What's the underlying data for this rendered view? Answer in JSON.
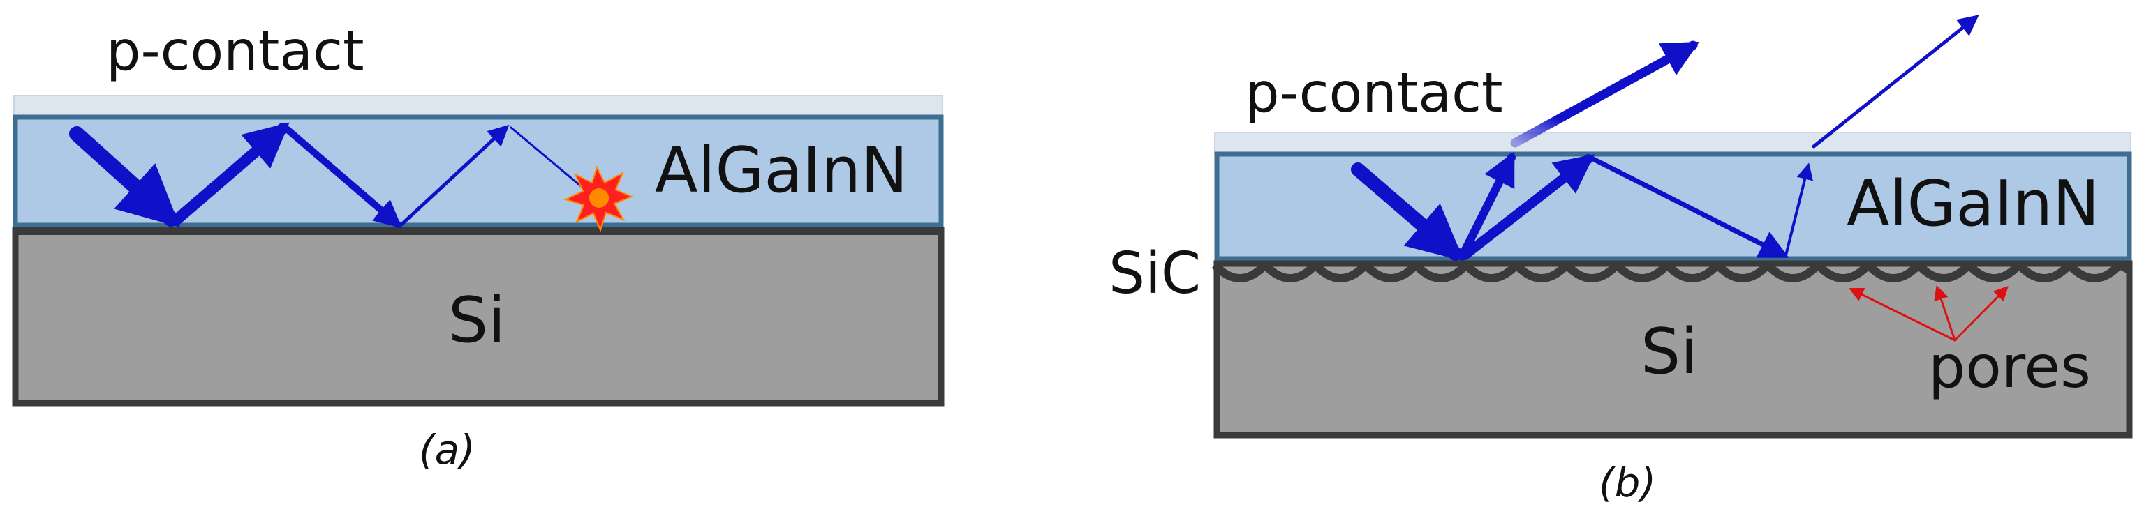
{
  "panel_a": {
    "contact_label": "p-contact",
    "layer_label": "AlGaInN",
    "substrate_label": "Si",
    "caption": "(a)"
  },
  "panel_b": {
    "contact_label": "p-contact",
    "layer_label": "AlGaInN",
    "substrate_label": "Si",
    "interlayer_label": "SiC",
    "pores_label": "pores",
    "caption": "(b)"
  },
  "colors": {
    "layer_fill": "#adc9e6",
    "layer_border": "#3e6f92",
    "contact_fill": "#dde6ef",
    "substrate_fill": "#9e9e9e",
    "substrate_border": "#3a3a3a",
    "ray_color": "#1010c8",
    "pores_arrow_color": "#dd1111",
    "burst_outer": "#ff2020",
    "burst_inner": "#ff8c00"
  }
}
